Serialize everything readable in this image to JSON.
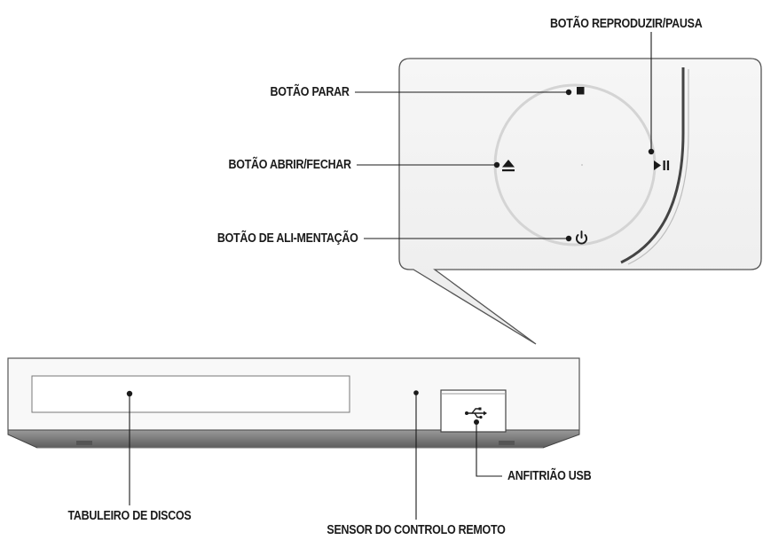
{
  "labels": {
    "play_pause": "BOTÃO REPRODUZIR/PAUSA",
    "stop": "BOTÃO PARAR",
    "open_close": "BOTÃO ABRIR/FECHAR",
    "power": "BOTÃO DE ALI-MENTAÇÃO",
    "usb_host": "ANFITRIÃO USB",
    "disc_tray": "TABULEIRO DE DISCOS",
    "remote_sensor": "SENSOR DO CONTROLO REMOTO"
  },
  "icons": {
    "stop": "stop-icon",
    "eject": "eject-icon",
    "play_pause": "play-pause-icon",
    "power": "power-icon",
    "usb": "usb-icon"
  },
  "colors": {
    "line": "#1a1a1a",
    "panel_fill": "#f2f2f2",
    "panel_stroke": "#555555",
    "ring": "#d4d4d4",
    "device_fill": "#f7f7f7",
    "device_base": "#8a8a8a"
  }
}
